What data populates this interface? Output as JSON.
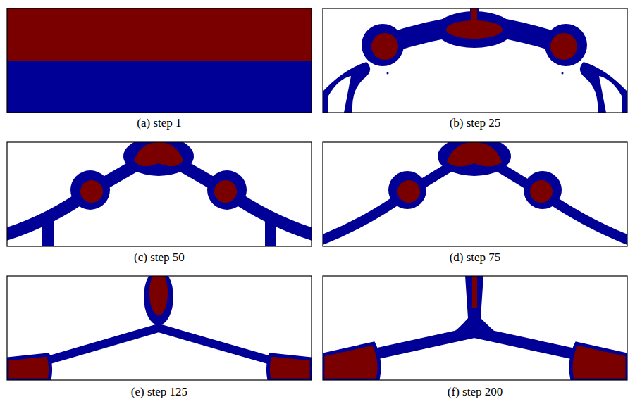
{
  "diagram": {
    "labels": [
      "(a) step 1",
      "(b) step 25",
      "(c) step 50",
      "(d) step 75",
      "(e) step 125",
      "(f) step 200"
    ]
  }
}
